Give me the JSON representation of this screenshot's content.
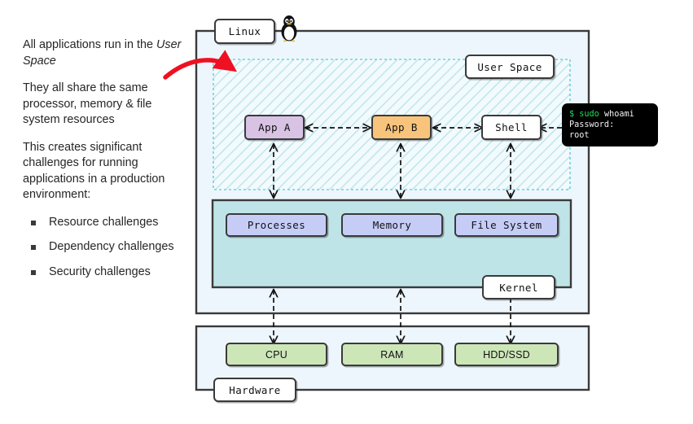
{
  "explanation": {
    "paragraphs": [
      {
        "before": "All applications run in the ",
        "emphasis": "User Space",
        "after": ""
      },
      {
        "before": "They all share the same processor, memory & file system resources",
        "emphasis": "",
        "after": ""
      },
      {
        "before": "This creates significant challenges for running applications in a production environment:",
        "emphasis": "",
        "after": ""
      }
    ],
    "para_1_prefix": "All applications run in the ",
    "para_1_emphasis": "User Space",
    "para_2": "They all share the same processor, memory & file system resources",
    "para_3": "This creates significant challenges for running applications in a production environment:",
    "bullets": [
      "Resource challenges",
      "Dependency challenges",
      "Security challenges"
    ]
  },
  "diagram": {
    "containers": {
      "linux_label": "Linux",
      "user_space_label": "User Space",
      "kernel_label": "Kernel",
      "hardware_label": "Hardware"
    },
    "user_space_nodes": [
      {
        "id": "app-a",
        "label": "App A",
        "color": "#d9c3e4"
      },
      {
        "id": "app-b",
        "label": "App B",
        "color": "#f8c47c"
      },
      {
        "id": "shell",
        "label": "Shell",
        "color": "#ffffff"
      }
    ],
    "kernel_nodes": [
      {
        "id": "processes",
        "label": "Processes",
        "color": "#c5cdf7"
      },
      {
        "id": "memory",
        "label": "Memory",
        "color": "#c5cdf7"
      },
      {
        "id": "filesystem",
        "label": "File System",
        "color": "#c5cdf7"
      }
    ],
    "hardware_nodes": [
      {
        "id": "cpu",
        "label": "CPU",
        "color": "#cce6b8"
      },
      {
        "id": "ram",
        "label": "RAM",
        "color": "#cce6b8"
      },
      {
        "id": "hddssd",
        "label": "HDD/SSD",
        "color": "#cce6b8"
      }
    ],
    "icons": {
      "penguin": "tux-penguin-icon",
      "highlight_arrow": "red-curved-arrow-icon"
    },
    "colors": {
      "linux_fill": "#eef6fd",
      "user_space_hatch": "#7fd6d6",
      "kernel_fill": "#bfe4e8",
      "border": "#3a3a3a",
      "accent_arrow": "#ee1122"
    }
  },
  "terminal": {
    "prompt_symbol": "$",
    "command_keyword": "sudo",
    "command_arg": "whoami",
    "line_password": "Password:",
    "line_output": "root"
  }
}
